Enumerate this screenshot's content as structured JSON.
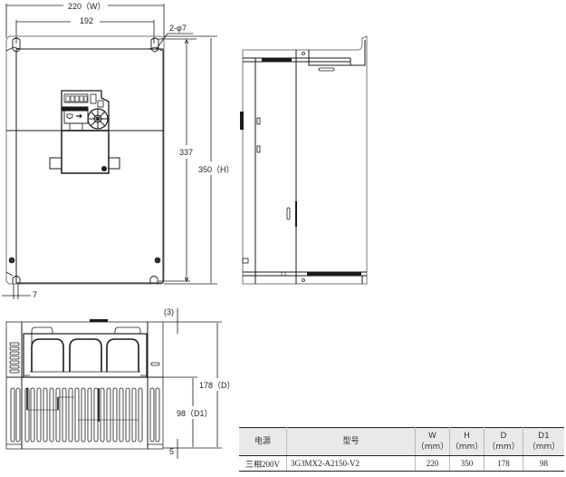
{
  "front_view": {
    "dim_width": "220（W）",
    "dim_hole_pitch": "192",
    "dim_hole": "2-φ7",
    "dim_hole_height": "337",
    "dim_height": "350（H）",
    "dim_edge_offset": "7"
  },
  "bottom_view": {
    "dim_top_gap": "(3)",
    "dim_depth": "178（D）",
    "dim_d1": "98（D1）",
    "dim_bottom_gap": "5"
  },
  "spec_table": {
    "headers": {
      "power": "电源",
      "model": "型号",
      "w": "W",
      "h": "H",
      "d": "D",
      "d1": "D1",
      "unit": "（mm）"
    },
    "rows": [
      {
        "power": "三相200V",
        "model": "3G3MX2-A2150-V2",
        "w": "220",
        "h": "350",
        "d": "178",
        "d1": "98"
      }
    ]
  },
  "colors": {
    "line": "#1a1a1a",
    "light_line": "#888888",
    "header_bg": "#e9e9e9"
  }
}
